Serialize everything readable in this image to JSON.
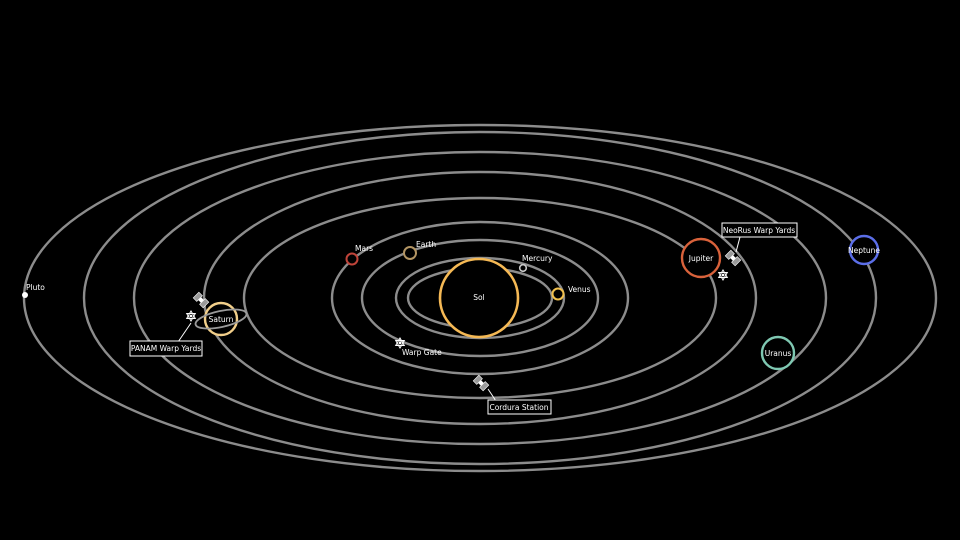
{
  "colors": {
    "background": "#000000",
    "orbit": "#8c8c8c",
    "label": "#ffffff",
    "sol": "#f5b955",
    "mercury": "#c8c8c8",
    "venus": "#f2c14e",
    "earth": "#b39563",
    "mars": "#c0443a",
    "jupiter": "#d9623b",
    "saturn": "#f2cf8a",
    "uranus": "#7fc8b2",
    "neptune": "#5b6ee8",
    "pluto": "#ffffff"
  },
  "bodies": {
    "sol": {
      "label": "Sol"
    },
    "mercury": {
      "label": "Mercury"
    },
    "venus": {
      "label": "Venus"
    },
    "earth": {
      "label": "Earth"
    },
    "mars": {
      "label": "Mars"
    },
    "jupiter": {
      "label": "Jupiter"
    },
    "saturn": {
      "label": "Saturn"
    },
    "uranus": {
      "label": "Uranus"
    },
    "neptune": {
      "label": "Neptune"
    },
    "pluto": {
      "label": "Pluto"
    }
  },
  "stations": {
    "warp_gate": {
      "label": "Warp Gate",
      "icon": "warp-gate-icon"
    },
    "panam": {
      "label": "PANAM Warp Yards",
      "icon": "satellite-icon"
    },
    "neorus": {
      "label": "NeoRus Warp Yards",
      "icon": "satellite-icon"
    },
    "cordura": {
      "label": "Cordura Station",
      "icon": "satellite-icon"
    }
  }
}
